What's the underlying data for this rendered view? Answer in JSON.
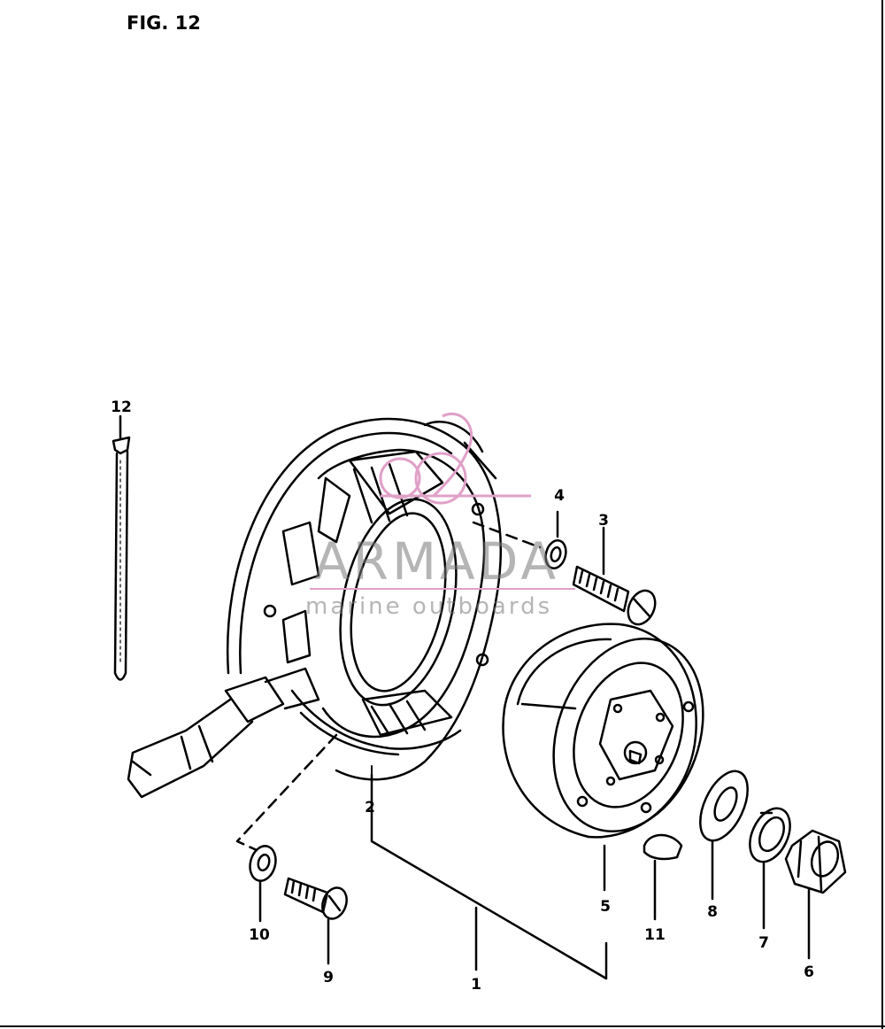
{
  "figure": {
    "title": "FIG. 12"
  },
  "callouts": {
    "c1": "1",
    "c2": "2",
    "c3": "3",
    "c4": "4",
    "c5": "5",
    "c6": "6",
    "c7": "7",
    "c8": "8",
    "c9": "9",
    "c10": "10",
    "c11": "11",
    "c12": "12"
  },
  "watermark": {
    "word": "ARMADA",
    "tagline": "marine outboards",
    "color": "#e0a0c8"
  },
  "colors": {
    "ink": "#000000",
    "paper": "#ffffff"
  }
}
